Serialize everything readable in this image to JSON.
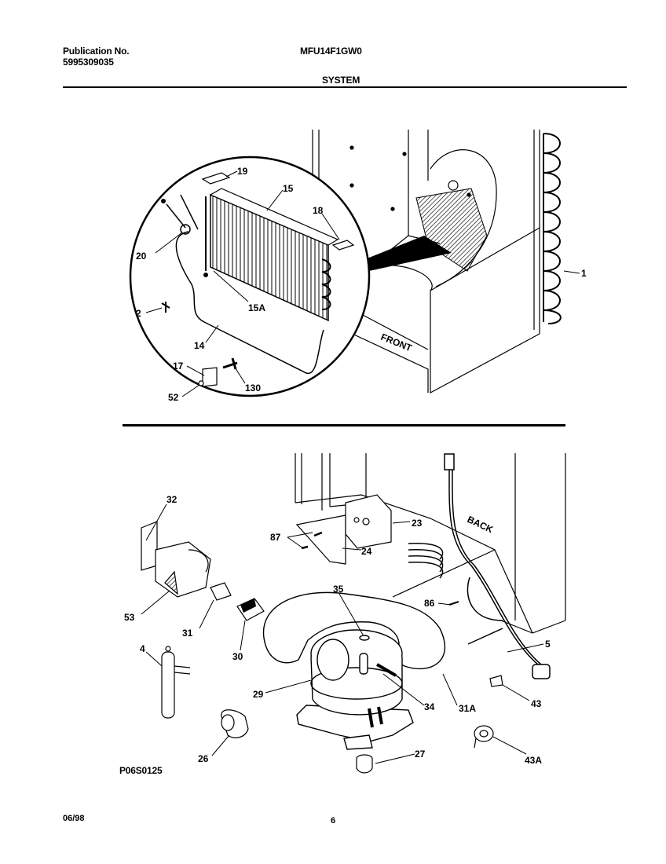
{
  "header": {
    "publication_label": "Publication No.",
    "publication_number": "5995309035",
    "model": "MFU14F1GW0",
    "section": "SYSTEM"
  },
  "top_diagram": {
    "orientation_label": "FRONT",
    "callouts": [
      "19",
      "15",
      "18",
      "20",
      "15A",
      "2",
      "14",
      "17",
      "130",
      "52",
      "1"
    ]
  },
  "bottom_diagram": {
    "orientation_label": "BACK",
    "callouts": [
      "32",
      "87",
      "23",
      "24",
      "53",
      "31",
      "30",
      "35",
      "86",
      "5",
      "4",
      "29",
      "34",
      "31A",
      "43",
      "26",
      "27",
      "43A"
    ],
    "figure_code": "P06S0125"
  },
  "footer": {
    "date": "06/98",
    "page": "6"
  }
}
